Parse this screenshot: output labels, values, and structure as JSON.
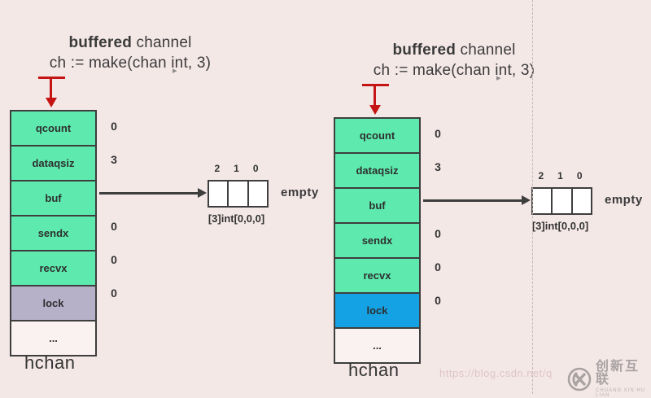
{
  "colors": {
    "background": "#f4e8e7",
    "cell_green": "#5eeaae",
    "cell_lavender": "#b6b0c9",
    "cell_blue": "#14a2e4",
    "cell_plain": "#f9f2f1",
    "border_dark": "#3e3e3e",
    "arrow_red": "#c41414"
  },
  "diagrams": [
    {
      "title_bold": "buffered",
      "title_rest": " channel",
      "code_line": "ch := make(chan int, 3)",
      "struct_name": "hchan",
      "rows": [
        {
          "label": "qcount",
          "value": "0",
          "bg": "#5eeaae"
        },
        {
          "label": "dataqsiz",
          "value": "3",
          "bg": "#5eeaae"
        },
        {
          "label": "buf",
          "value": "",
          "bg": "#5eeaae"
        },
        {
          "label": "sendx",
          "value": "0",
          "bg": "#5eeaae"
        },
        {
          "label": "recvx",
          "value": "0",
          "bg": "#5eeaae"
        },
        {
          "label": "lock",
          "value": "0",
          "bg": "#b6b0c9"
        },
        {
          "label": "...",
          "value": "",
          "bg": "#f9f2f1"
        }
      ],
      "buffer_array": {
        "indices": [
          "2",
          "1",
          "0"
        ],
        "label": "[3]int[0,0,0]",
        "status": "empty"
      }
    },
    {
      "title_bold": "buffered",
      "title_rest": " channel",
      "code_line": "ch := make(chan int, 3)",
      "struct_name": "hchan",
      "rows": [
        {
          "label": "qcount",
          "value": "0",
          "bg": "#5eeaae"
        },
        {
          "label": "dataqsiz",
          "value": "3",
          "bg": "#5eeaae"
        },
        {
          "label": "buf",
          "value": "",
          "bg": "#5eeaae"
        },
        {
          "label": "sendx",
          "value": "0",
          "bg": "#5eeaae"
        },
        {
          "label": "recvx",
          "value": "0",
          "bg": "#5eeaae"
        },
        {
          "label": "lock",
          "value": "0",
          "bg": "#14a2e4"
        },
        {
          "label": "...",
          "value": "",
          "bg": "#f9f2f1"
        }
      ],
      "buffer_array": {
        "indices": [
          "2",
          "1",
          "0"
        ],
        "label": "[3]int[0,0,0]",
        "status": "empty"
      }
    }
  ],
  "watermark": {
    "url_text": "https://blog.csdn.net/q",
    "brand_name": "创新互联",
    "brand_subtitle": "CHUANG XIN HU LIAN"
  }
}
